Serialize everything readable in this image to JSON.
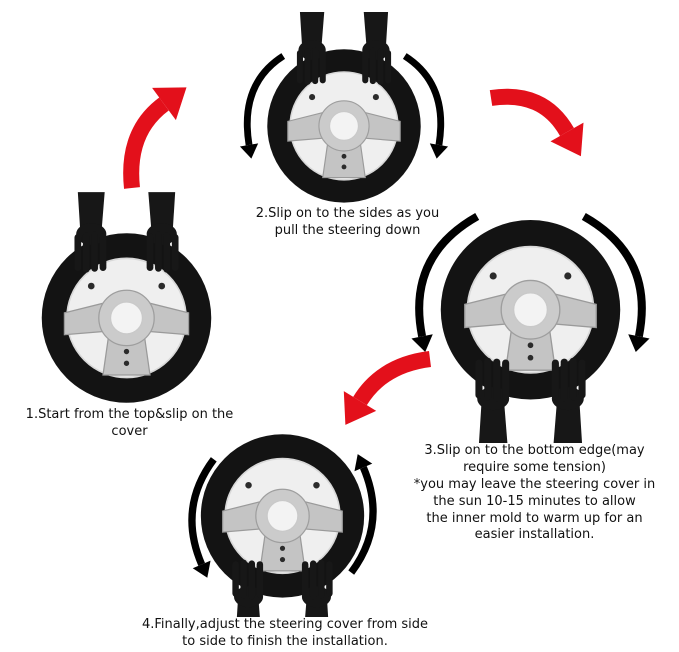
{
  "colors": {
    "arrow_red": "#e3101b",
    "cover_black": "#131313",
    "hands_black": "#171717",
    "text": "#111111"
  },
  "steps": [
    {
      "caption": "1.Start from the top&slip on the\ncover"
    },
    {
      "caption": "2.Slip on to the sides as you\npull the steering down"
    },
    {
      "caption": "3.Slip on to the bottom edge(may\nrequire some tension)\n*you may leave the steering cover in\nthe sun 10-15 minutes to allow\nthe inner mold to warm up for an\neasier installation."
    },
    {
      "caption": "4.Finally,adjust the steering cover from side\nto side to finish the installation."
    }
  ]
}
